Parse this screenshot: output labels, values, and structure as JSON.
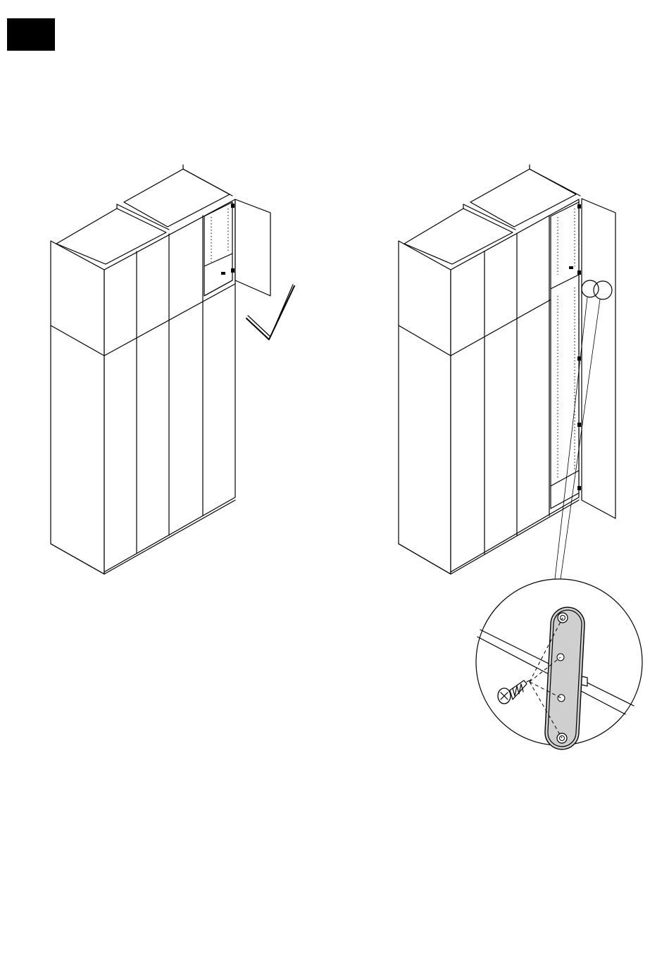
{
  "step": {
    "marker": "step-number-box"
  },
  "panels": [
    {
      "name": "cabinet-with-upper-door-open",
      "check": "checkmark-icon"
    },
    {
      "name": "cabinet-with-tall-door-open",
      "detail": "hinge-plate-magnified"
    }
  ],
  "colors": {
    "line": "#000000",
    "hinge_plate": "#cfcfcf",
    "background": "#ffffff"
  }
}
